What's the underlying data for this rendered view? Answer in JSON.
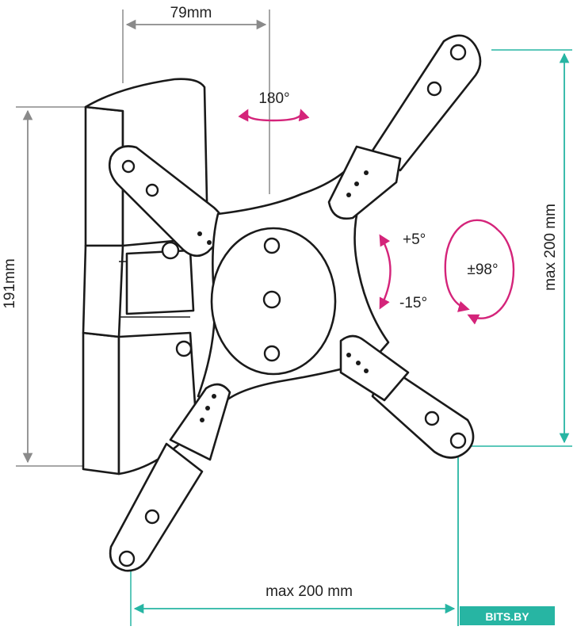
{
  "dimensions": {
    "depth": "79mm",
    "height": "191mm",
    "vesa_vertical": "max 200 mm",
    "vesa_horizontal": "max 200 mm"
  },
  "angles": {
    "swivel": "180°",
    "tilt_up": "+5°",
    "tilt_down": "-15°",
    "rotation": "±98°"
  },
  "watermark": "BITS.BY",
  "colors": {
    "teal": "#27b5a3",
    "gray": "#8a8a8a",
    "magenta": "#d4247a",
    "line": "#1a1a1a",
    "watermark_bg": "#27b5a3"
  }
}
